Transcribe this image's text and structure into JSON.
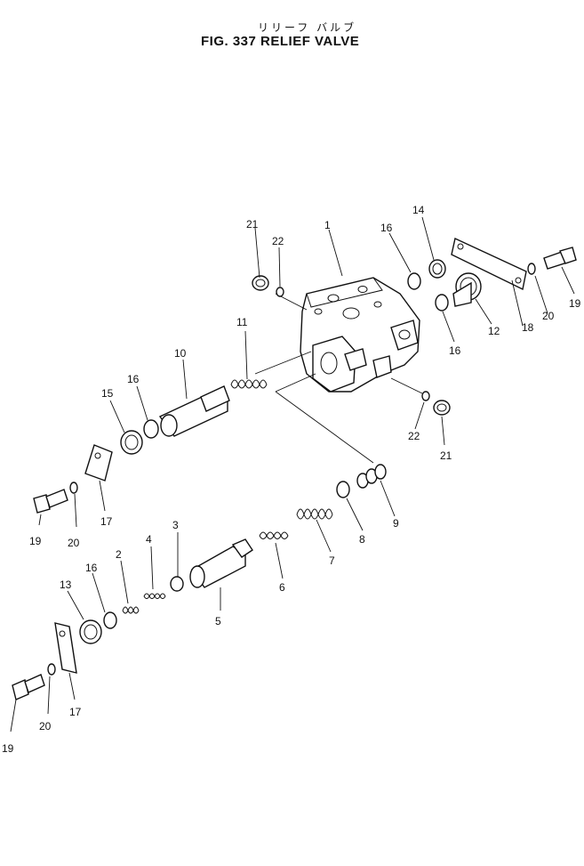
{
  "title": {
    "japanese": "リリーフ バルブ",
    "english": "FIG. 337  RELIEF  VALVE"
  },
  "callouts": [
    "21",
    "22",
    "1",
    "16",
    "14",
    "18",
    "20",
    "19",
    "12",
    "16",
    "11",
    "10",
    "16",
    "15",
    "22",
    "21",
    "9",
    "8",
    "7",
    "6",
    "5",
    "3",
    "4",
    "2",
    "16",
    "13",
    "17",
    "20",
    "19",
    "17",
    "20",
    "19"
  ]
}
